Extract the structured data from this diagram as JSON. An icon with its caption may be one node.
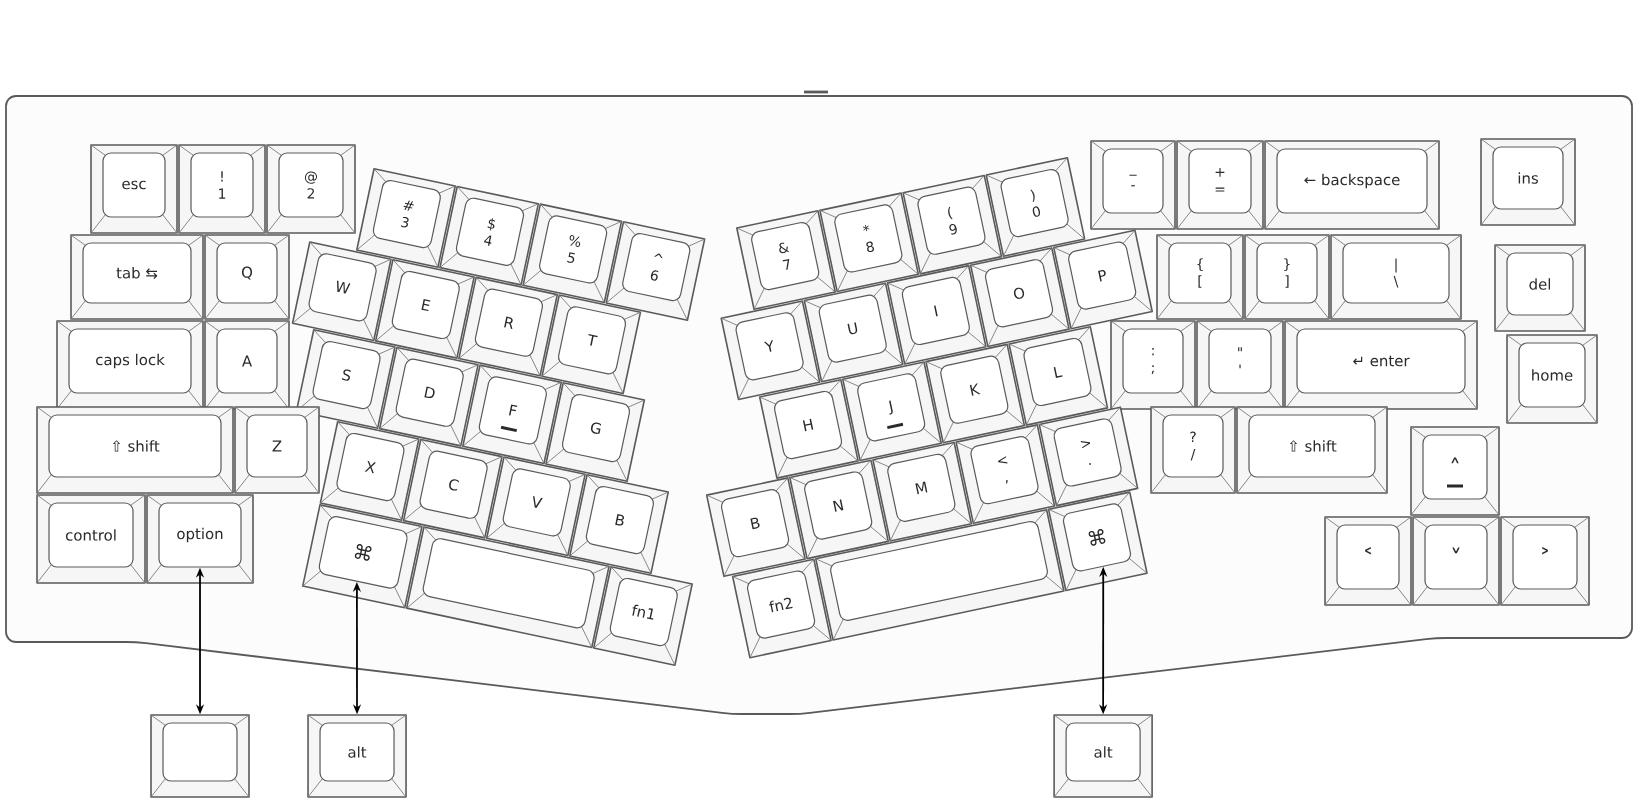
{
  "diagram": {
    "nodes": [
      {
        "text": [
          "esc"
        ]
      },
      {
        "text": [
          "!",
          "1"
        ]
      },
      {
        "text": [
          "@",
          "2"
        ]
      },
      {
        "text": [
          "#",
          "3"
        ]
      },
      {
        "text": [
          "$",
          "4"
        ]
      },
      {
        "text": [
          "%",
          "5"
        ]
      },
      {
        "text": [
          "^",
          "6"
        ]
      },
      {
        "text": [
          "&",
          "7"
        ]
      },
      {
        "text": [
          "*",
          "8"
        ]
      },
      {
        "text": [
          "(",
          "9"
        ]
      },
      {
        "text": [
          ")",
          "0"
        ]
      },
      {
        "text": [
          "_",
          "-"
        ]
      },
      {
        "text": [
          "+",
          "="
        ]
      },
      {
        "text": [
          "← backspace"
        ]
      },
      {
        "text": [
          "ins"
        ]
      },
      {
        "text": [
          "tab ⇆"
        ]
      },
      {
        "text": [
          "Q"
        ]
      },
      {
        "text": [
          "W"
        ]
      },
      {
        "text": [
          "E"
        ]
      },
      {
        "text": [
          "R"
        ]
      },
      {
        "text": [
          "T"
        ]
      },
      {
        "text": [
          "Y"
        ]
      },
      {
        "text": [
          "U"
        ]
      },
      {
        "text": [
          "I"
        ]
      },
      {
        "text": [
          "O"
        ]
      },
      {
        "text": [
          "P"
        ]
      },
      {
        "text": [
          "{",
          "["
        ]
      },
      {
        "text": [
          "}",
          "]"
        ]
      },
      {
        "text": [
          "|",
          "\\"
        ]
      },
      {
        "text": [
          "del"
        ]
      },
      {
        "text": [
          "caps lock"
        ]
      },
      {
        "text": [
          "A"
        ]
      },
      {
        "text": [
          "S"
        ]
      },
      {
        "text": [
          "D"
        ]
      },
      {
        "text": [
          "F"
        ]
      },
      {
        "text": [
          "G"
        ]
      },
      {
        "text": [
          "H"
        ]
      },
      {
        "text": [
          "J"
        ]
      },
      {
        "text": [
          "K"
        ]
      },
      {
        "text": [
          "L"
        ]
      },
      {
        "text": [
          ":",
          ";"
        ]
      },
      {
        "text": [
          "\"",
          "'"
        ]
      },
      {
        "text": [
          "↵ enter"
        ]
      },
      {
        "text": [
          "home"
        ]
      },
      {
        "text": [
          "⇧ shift"
        ]
      },
      {
        "text": [
          "Z"
        ]
      },
      {
        "text": [
          "X"
        ]
      },
      {
        "text": [
          "C"
        ]
      },
      {
        "text": [
          "V"
        ]
      },
      {
        "text": [
          "B"
        ]
      },
      {
        "text": [
          "B"
        ]
      },
      {
        "text": [
          "N"
        ]
      },
      {
        "text": [
          "M"
        ]
      },
      {
        "text": [
          "<",
          ","
        ]
      },
      {
        "text": [
          ">",
          "."
        ]
      },
      {
        "text": [
          "?",
          "/"
        ]
      },
      {
        "text": [
          "⇧ shift"
        ]
      },
      {
        "text": [
          "˄"
        ]
      },
      {
        "text": [
          "control"
        ]
      },
      {
        "text": [
          "option"
        ]
      },
      {
        "text": [
          "⌘"
        ]
      },
      {
        "text": [],
        "shape": "box"
      },
      {
        "text": [
          "fn1"
        ]
      },
      {
        "text": [
          "fn2"
        ]
      },
      {
        "text": [],
        "shape": "box"
      },
      {
        "text": [
          "⌘"
        ]
      },
      {
        "text": [
          "˂"
        ]
      },
      {
        "text": [
          "˅"
        ]
      },
      {
        "text": [
          "˃"
        ]
      },
      {
        "text": [],
        "shape": "box"
      },
      {
        "text": [
          "alt"
        ]
      },
      {
        "text": [
          "alt"
        ]
      }
    ],
    "edges": [
      {
        "from": 59,
        "to": 69,
        "arrow": "both"
      },
      {
        "from": 60,
        "to": 70,
        "arrow": "both"
      },
      {
        "from": 65,
        "to": 71,
        "arrow": "both"
      }
    ]
  }
}
